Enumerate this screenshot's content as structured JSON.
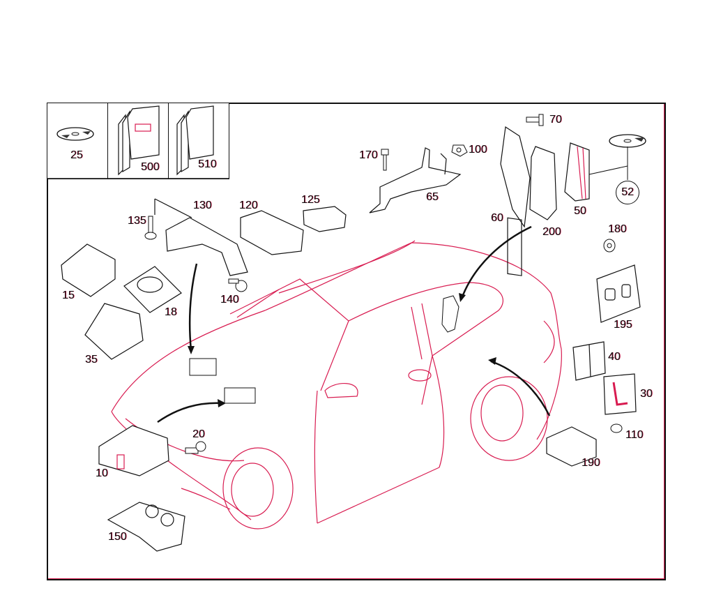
{
  "diagram": {
    "type": "exploded parts diagram",
    "subject": "vehicle electronics / audio-navigation components",
    "colors": {
      "outline": "#111111",
      "vehicle_lines": "#d81b50",
      "background": "#ffffff"
    },
    "legend_items": [
      {
        "label": "25",
        "icon": "cd-disc-icon"
      },
      {
        "label": "500",
        "icon": "manual-book-icon"
      },
      {
        "label": "510",
        "icon": "manual-book-icon"
      }
    ],
    "callouts": [
      {
        "label": "170"
      },
      {
        "label": "100"
      },
      {
        "label": "65"
      },
      {
        "label": "70"
      },
      {
        "label": "60"
      },
      {
        "label": "200"
      },
      {
        "label": "50"
      },
      {
        "label": "52"
      },
      {
        "label": "135"
      },
      {
        "label": "130"
      },
      {
        "label": "120"
      },
      {
        "label": "125"
      },
      {
        "label": "15"
      },
      {
        "label": "18"
      },
      {
        "label": "140"
      },
      {
        "label": "35"
      },
      {
        "label": "180"
      },
      {
        "label": "195"
      },
      {
        "label": "40"
      },
      {
        "label": "30"
      },
      {
        "label": "110"
      },
      {
        "label": "190"
      },
      {
        "label": "10"
      },
      {
        "label": "20"
      },
      {
        "label": "150"
      }
    ]
  }
}
